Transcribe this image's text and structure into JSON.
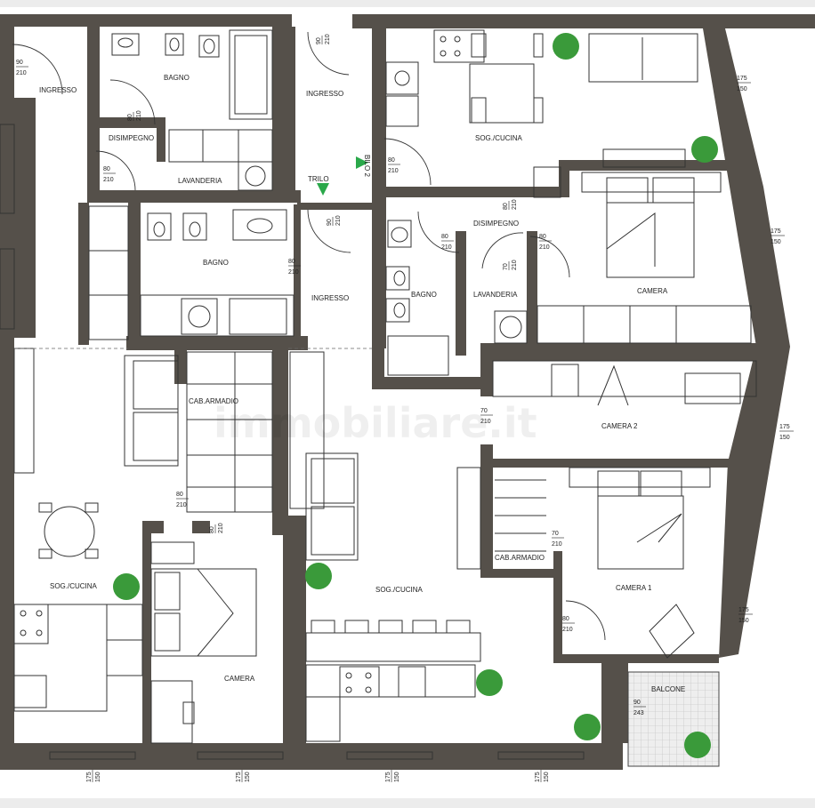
{
  "rooms": {
    "ingresso_top_left": "INGRESSO",
    "bagno_top": "BAGNO",
    "disimpegno_left": "DISIMPEGNO",
    "lavanderia_left": "LAVANDERIA",
    "ingresso_mid": "INGRESSO",
    "soggiorno_top_right": "SOG./CUCINA",
    "disimpegno_right": "DISIMPEGNO",
    "bagno_mid_left": "BAGNO",
    "ingresso_lower": "INGRESSO",
    "bagno_mid_right": "BAGNO",
    "lavanderia_right": "LAVANDERIA",
    "camera_top_right": "CAMERA",
    "cab_armadio_left": "CAB.ARMADIO",
    "camera_2": "CAMERA 2",
    "soggiorno_bottom_left": "SOG./CUCINA",
    "camera_bottom_left": "CAMERA",
    "soggiorno_bottom_mid": "SOG./CUCINA",
    "cab_armadio_right": "CAB.ARMADIO",
    "camera_1": "CAMERA 1",
    "balcone": "BALCONE"
  },
  "unit_markers": {
    "bilo": "BILO 2",
    "trilo": "TRILO"
  },
  "dimensions": [
    {
      "id": "d1",
      "w": "90",
      "h": "210"
    },
    {
      "id": "d2",
      "w": "90",
      "h": "210"
    },
    {
      "id": "d3",
      "w": "80",
      "h": "210"
    },
    {
      "id": "d4",
      "w": "80",
      "h": "210"
    },
    {
      "id": "d5",
      "w": "80",
      "h": "210"
    },
    {
      "id": "d6",
      "w": "90",
      "h": "210"
    },
    {
      "id": "d7",
      "w": "80",
      "h": "210"
    },
    {
      "id": "d8",
      "w": "80",
      "h": "210"
    },
    {
      "id": "d9",
      "w": "80",
      "h": "210"
    },
    {
      "id": "d10",
      "w": "80",
      "h": "210"
    },
    {
      "id": "d11",
      "w": "70",
      "h": "210"
    },
    {
      "id": "d12",
      "w": "80",
      "h": "210"
    },
    {
      "id": "d13",
      "w": "70",
      "h": "210"
    },
    {
      "id": "d14",
      "w": "80",
      "h": "210"
    },
    {
      "id": "d15",
      "w": "80",
      "h": "210"
    },
    {
      "id": "d16",
      "w": "70",
      "h": "210"
    },
    {
      "id": "d17",
      "w": "80",
      "h": "210"
    },
    {
      "id": "d18",
      "w": "90",
      "h": "243"
    }
  ],
  "windows": [
    {
      "id": "w1",
      "w": "175",
      "h": "150"
    },
    {
      "id": "w2",
      "w": "175",
      "h": "150"
    },
    {
      "id": "w3",
      "w": "175",
      "h": "150"
    },
    {
      "id": "w4",
      "w": "175",
      "h": "150"
    },
    {
      "id": "w5",
      "w": "175",
      "h": "150"
    },
    {
      "id": "w6",
      "w": "175",
      "h": "150"
    },
    {
      "id": "w7",
      "w": "175",
      "h": "150"
    },
    {
      "id": "w8",
      "w": "175",
      "h": "150"
    }
  ],
  "watermark": "immobiliare.it",
  "colors": {
    "wall": "#55504a",
    "line": "#333333",
    "plant": "#3a9a3a",
    "marker": "#2aa84a",
    "balcony": "#e6e6e6"
  }
}
